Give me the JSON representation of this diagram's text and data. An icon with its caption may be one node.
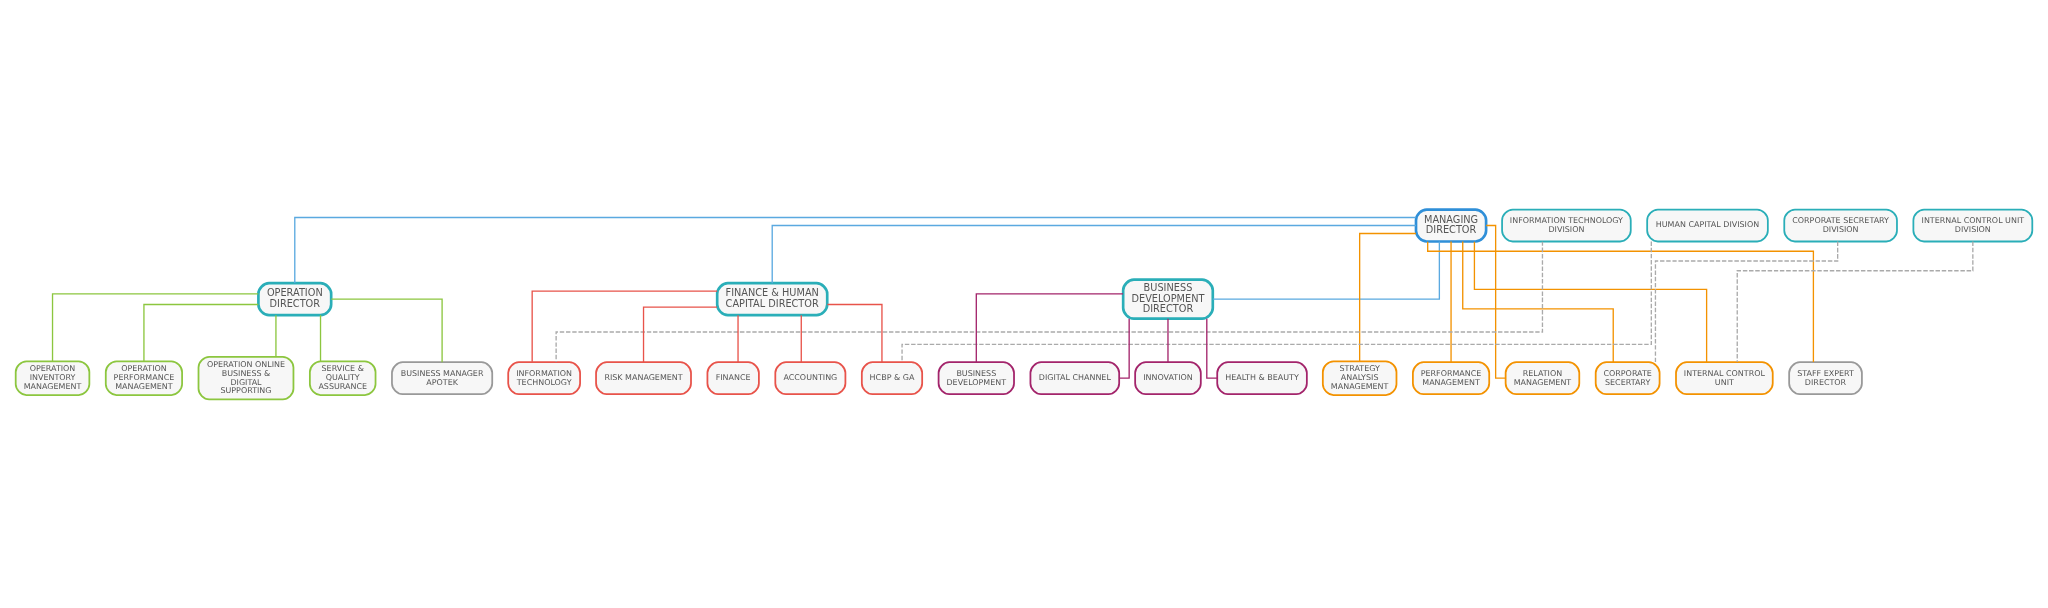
{
  "diagram": {
    "nodes": [
      {
        "text": [
          "MANAGING DIRECTOR"
        ]
      },
      {
        "text": [
          "CORPORATE SECRETARY DIVISION"
        ]
      },
      {
        "text": [
          "INTERNAL CONTROL UNIT DIVISION"
        ]
      },
      {
        "text": [
          "INFORMATION TECHNOLOGY DIVISION"
        ]
      },
      {
        "text": [
          "HUMAN CAPITAL DIVISION"
        ]
      },
      {
        "text": [
          "OPERATION DIRECTOR"
        ]
      },
      {
        "text": [
          "FINANCE & HUMAN CAPITAL DIRECTOR"
        ]
      },
      {
        "text": [
          "BUSINESS DEVELOPMENT DIRECTOR"
        ]
      },
      {
        "text": [
          "OPERATION INVENTORY MANAGEMENT"
        ]
      },
      {
        "text": [
          "OPERATION PERFORMANCE MANAGEMENT"
        ]
      },
      {
        "text": [
          "OPERATION ONLINE BUSINESS & DIGITAL SUPPORTING"
        ]
      },
      {
        "text": [
          "SERVICE & QUALITY ASSURANCE"
        ]
      },
      {
        "text": [
          "BUSINESS MANAGER APOTEK"
        ]
      },
      {
        "text": [
          "STRATEGY ANALYSIS MANAGEMENT"
        ]
      },
      {
        "text": [
          "PERFORMANCE MANAGEMENT"
        ]
      },
      {
        "text": [
          "RELATION MANAGEMENT"
        ]
      },
      {
        "text": [
          "CORPORATE SECERTARY"
        ]
      },
      {
        "text": [
          "INTERNAL CONTROL UNIT"
        ]
      },
      {
        "text": [
          "STAFF EXPERT DIRECTOR"
        ]
      },
      {
        "text": [
          "INFORMATION TECHNOLOGY"
        ]
      },
      {
        "text": [
          "RISK MANAGEMENT"
        ]
      },
      {
        "text": [
          "FINANCE"
        ]
      },
      {
        "text": [
          "ACCOUNTING"
        ]
      },
      {
        "text": [
          "HCBP & GA"
        ]
      },
      {
        "text": [
          "BUSINESS DEVELOPMENT"
        ]
      },
      {
        "text": [
          "DIGITAL CHANNEL"
        ]
      },
      {
        "text": [
          "INNOVATION"
        ]
      },
      {
        "text": [
          "HEALTH & BEAUTY"
        ]
      }
    ],
    "edges": [
      {
        "from": 0,
        "to": 5,
        "arrow": "none",
        "color": "#5aa9e0"
      },
      {
        "from": 0,
        "to": 6,
        "arrow": "none",
        "color": "#5aa9e0"
      },
      {
        "from": 0,
        "to": 7,
        "arrow": "none",
        "color": "#5aa9e0"
      },
      {
        "from": 0,
        "to": 13,
        "arrow": "none",
        "color": "#f39200"
      },
      {
        "from": 0,
        "to": 14,
        "arrow": "none",
        "color": "#f39200"
      },
      {
        "from": 0,
        "to": 15,
        "arrow": "none",
        "color": "#f39200"
      },
      {
        "from": 0,
        "to": 16,
        "arrow": "none",
        "color": "#f39200"
      },
      {
        "from": 0,
        "to": 17,
        "arrow": "none",
        "color": "#f39200"
      },
      {
        "from": 0,
        "to": 18,
        "arrow": "none",
        "color": "#f39200"
      },
      {
        "from": 5,
        "to": 8,
        "arrow": "none",
        "color": "#8cc63f"
      },
      {
        "from": 5,
        "to": 9,
        "arrow": "none",
        "color": "#8cc63f"
      },
      {
        "from": 5,
        "to": 10,
        "arrow": "none",
        "color": "#8cc63f"
      },
      {
        "from": 5,
        "to": 11,
        "arrow": "none",
        "color": "#8cc63f"
      },
      {
        "from": 5,
        "to": 12,
        "arrow": "none",
        "color": "#8cc63f"
      },
      {
        "from": 6,
        "to": 19,
        "arrow": "none",
        "color": "#e8534a"
      },
      {
        "from": 6,
        "to": 20,
        "arrow": "none",
        "color": "#e8534a"
      },
      {
        "from": 6,
        "to": 21,
        "arrow": "none",
        "color": "#e8534a"
      },
      {
        "from": 6,
        "to": 22,
        "arrow": "none",
        "color": "#e8534a"
      },
      {
        "from": 6,
        "to": 23,
        "arrow": "none",
        "color": "#e8534a"
      },
      {
        "from": 7,
        "to": 24,
        "arrow": "none",
        "color": "#a3246b"
      },
      {
        "from": 7,
        "to": 25,
        "arrow": "none",
        "color": "#a3246b"
      },
      {
        "from": 7,
        "to": 26,
        "arrow": "none",
        "color": "#a3246b"
      },
      {
        "from": 7,
        "to": 27,
        "arrow": "none",
        "color": "#a3246b"
      },
      {
        "from": 1,
        "to": 16,
        "arrow": "none",
        "style": "dashed",
        "color": "#aaaaaa"
      },
      {
        "from": 2,
        "to": 17,
        "arrow": "none",
        "style": "dashed",
        "color": "#aaaaaa"
      },
      {
        "from": 3,
        "to": 19,
        "arrow": "none",
        "style": "dashed",
        "color": "#aaaaaa"
      },
      {
        "from": 4,
        "to": 23,
        "arrow": "none",
        "style": "dashed",
        "color": "#aaaaaa"
      }
    ]
  }
}
